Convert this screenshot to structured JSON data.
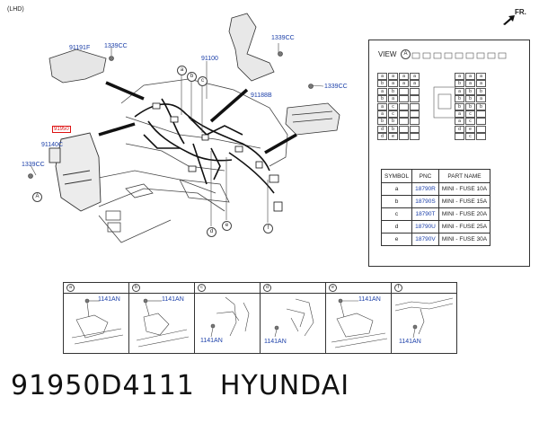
{
  "header": {
    "lhd": "(LHD)",
    "fr": "FR."
  },
  "labels": {
    "l91191F": "91191F",
    "l1339CC_a": "1339CC",
    "l1339CC_b": "1339CC",
    "l1339CC_c": "1339CC",
    "l1339CC_d": "1339CC",
    "l91100": "91100",
    "l91188B": "91188B",
    "l91140C": "91140C",
    "l91950": "91950"
  },
  "callouts": [
    "a",
    "b",
    "c",
    "d",
    "e",
    "f"
  ],
  "view": {
    "label": "VIEW",
    "tag": "A"
  },
  "fuse_rows": [
    [
      "a",
      "a",
      "a",
      "a",
      "",
      "a",
      "a",
      "a"
    ],
    [
      "b",
      "a",
      "a",
      "a",
      "",
      "b",
      "a",
      "a"
    ],
    [
      "a",
      "b",
      "",
      "",
      "",
      "a",
      "b",
      "b"
    ],
    [
      "b",
      "a",
      "",
      "",
      "",
      "b",
      "b",
      "a"
    ],
    [
      "a",
      "c",
      "",
      "",
      "",
      "b",
      "b",
      "b"
    ],
    [
      "a",
      "c",
      "",
      "",
      "",
      "a",
      "c",
      ""
    ],
    [
      "b",
      "b",
      "",
      "",
      "",
      "a",
      "c",
      ""
    ],
    [
      "d",
      "b",
      "",
      "",
      "",
      "d",
      "e",
      ""
    ],
    [
      "d",
      "e",
      "",
      "",
      "",
      "",
      "c",
      ""
    ]
  ],
  "table": {
    "headers": [
      "SYMBOL",
      "PNC",
      "PART NAME"
    ],
    "rows": [
      [
        "a",
        "18790R",
        "MINI - FUSE 10A"
      ],
      [
        "b",
        "18790S",
        "MINI - FUSE 15A"
      ],
      [
        "c",
        "18790T",
        "MINI - FUSE 20A"
      ],
      [
        "d",
        "18790U",
        "MINI - FUSE 25A"
      ],
      [
        "e",
        "18790V",
        "MINI - FUSE 30A"
      ]
    ]
  },
  "details": [
    {
      "tag": "a",
      "part": "1141AN"
    },
    {
      "tag": "b",
      "part": "1141AN"
    },
    {
      "tag": "c",
      "part": "1141AN"
    },
    {
      "tag": "d",
      "part": "1141AN"
    },
    {
      "tag": "e",
      "part": "1141AN"
    },
    {
      "tag": "f",
      "part": "1141AN"
    }
  ],
  "footer": {
    "part_number": "91950D4111",
    "brand": "HYUNDAI"
  }
}
